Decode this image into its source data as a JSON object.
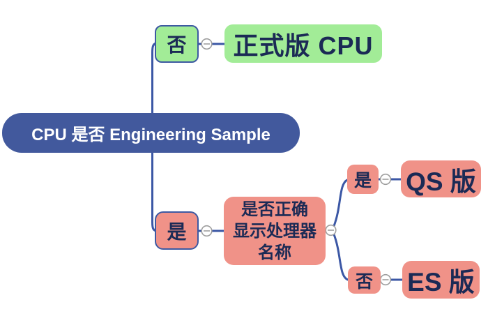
{
  "diagram": {
    "type": "mindmap-decision-tree",
    "colors": {
      "root_fill": "#42599d",
      "root_text": "#ffffff",
      "green_fill": "#a2ec97",
      "salmon_fill": "#f09288",
      "topic_text": "#1b2a55",
      "connector_line": "#3b57a5",
      "branch_border": "#3d59a2",
      "handle_stroke": "#9e9e9e",
      "background": "#ffffff"
    },
    "nodes": {
      "root": {
        "label": "CPU 是否 Engineering Sample"
      },
      "branch_no": {
        "label": "否"
      },
      "official_cpu": {
        "label": "正式版 CPU"
      },
      "branch_yes": {
        "label": "是"
      },
      "check_display": {
        "lines": [
          "是否正确",
          "显示处理器",
          "名称"
        ]
      },
      "sub_yes": {
        "label": "是"
      },
      "qs_version": {
        "label": "QS 版"
      },
      "sub_no": {
        "label": "否"
      },
      "es_version": {
        "label": "ES 版"
      }
    },
    "icons": {
      "collapse_handle": "minus-circle"
    }
  }
}
